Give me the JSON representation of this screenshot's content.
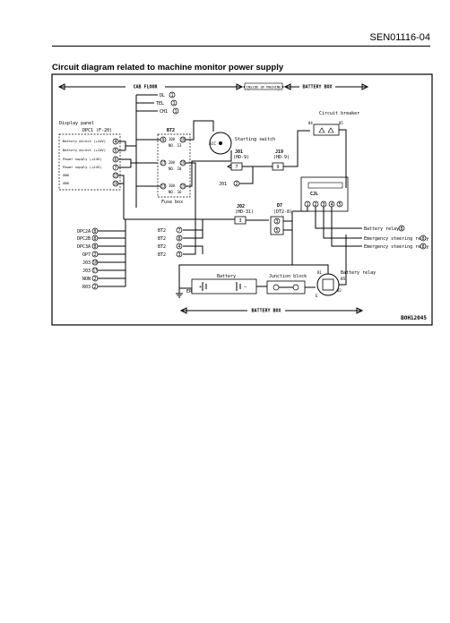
{
  "document_code": "SEN01116-04",
  "title": "Circuit diagram related to machine monitor power supply",
  "figure_id": "BOH12045",
  "zones": {
    "cab_floor": "CAB FLOOR",
    "inside_of_machine": "INSIDE OF MACHINE",
    "battery_box_top": "BATTERY BOX",
    "battery_box_bottom": "BATTERY BOX"
  },
  "top_terminals": [
    {
      "label": "DL",
      "pin": "1"
    },
    {
      "label": "TEL",
      "pin": "1"
    },
    {
      "label": "CH1",
      "pin": "1"
    }
  ],
  "display_panel": {
    "label": "Display panel",
    "connector": "DPC1 (F-20)",
    "pins": [
      {
        "name": "Battery direct (+24V)",
        "pin": "4"
      },
      {
        "name": "Battery direct (+24V)",
        "pin": "5"
      },
      {
        "name": "Power supply (+24V)",
        "pin": "6"
      },
      {
        "name": "Power supply (+24V)",
        "pin": "7"
      },
      {
        "name": "GND",
        "pin": "15"
      },
      {
        "name": "GND",
        "pin": "16"
      }
    ]
  },
  "fuse_box": {
    "label": "BT2",
    "caption": "Fuse box",
    "fuses": [
      {
        "pin_in": "9",
        "rating": "10A",
        "no": "NO. 13",
        "pin_out": "10"
      },
      {
        "pin_in": "17",
        "rating": "20A",
        "no": "NO. 20",
        "pin_out": "19"
      },
      {
        "pin_in": "13",
        "rating": "10A",
        "no": "NO. 16",
        "pin_out": "15"
      }
    ]
  },
  "starting_switch": {
    "label": "Starting switch",
    "terminal": "ACC"
  },
  "j01": {
    "label": "J01",
    "sub": "(HD-9)",
    "pin": "7",
    "ground": {
      "label": "J01",
      "pin": "2"
    }
  },
  "j19": {
    "label": "J19",
    "sub": "(HD-9)",
    "pin": "9"
  },
  "circuit_breaker": {
    "label": "Circuit breaker",
    "in": "84",
    "out": "85"
  },
  "cjl": {
    "label": "CJL",
    "pins": [
      "1",
      "2",
      "3",
      "4",
      "5"
    ]
  },
  "j02": {
    "label": "J02",
    "sub": "(HD-31)",
    "pin": "3"
  },
  "d7": {
    "label": "D7",
    "sub": "(DT2-8)",
    "pins": [
      "3",
      "5"
    ]
  },
  "right_outputs": [
    {
      "label": "Battery relay",
      "pin": "8"
    },
    {
      "label": "Emergency steering relay",
      "pin": "8"
    },
    {
      "label": "Emergency steering relay",
      "pin": "8"
    }
  ],
  "left_terminals": [
    {
      "label": "DPC2A",
      "pin": "8"
    },
    {
      "label": "DPC2B",
      "pin": "8"
    },
    {
      "label": "DPC3A",
      "pin": "8"
    },
    {
      "label": "OP7",
      "pin": "2"
    },
    {
      "label": "J03",
      "pin": "18"
    },
    {
      "label": "J03",
      "pin": "17"
    },
    {
      "label": "NON",
      "pin": "2"
    },
    {
      "label": "R03",
      "pin": "2"
    }
  ],
  "bt2_terminals": [
    {
      "label": "BT2",
      "pin": "7"
    },
    {
      "label": "BT2",
      "pin": "8"
    },
    {
      "label": "BT2",
      "pin": "4"
    },
    {
      "label": "BT2",
      "pin": "3"
    }
  ],
  "battery": {
    "label": "Battery",
    "plus": "+",
    "minus": "−"
  },
  "ground_label": "ER",
  "junction_block": {
    "label": "Junction block"
  },
  "battery_relay": {
    "label": "Battery relay",
    "pins": [
      "B5",
      "B1",
      "B2",
      "E"
    ]
  }
}
